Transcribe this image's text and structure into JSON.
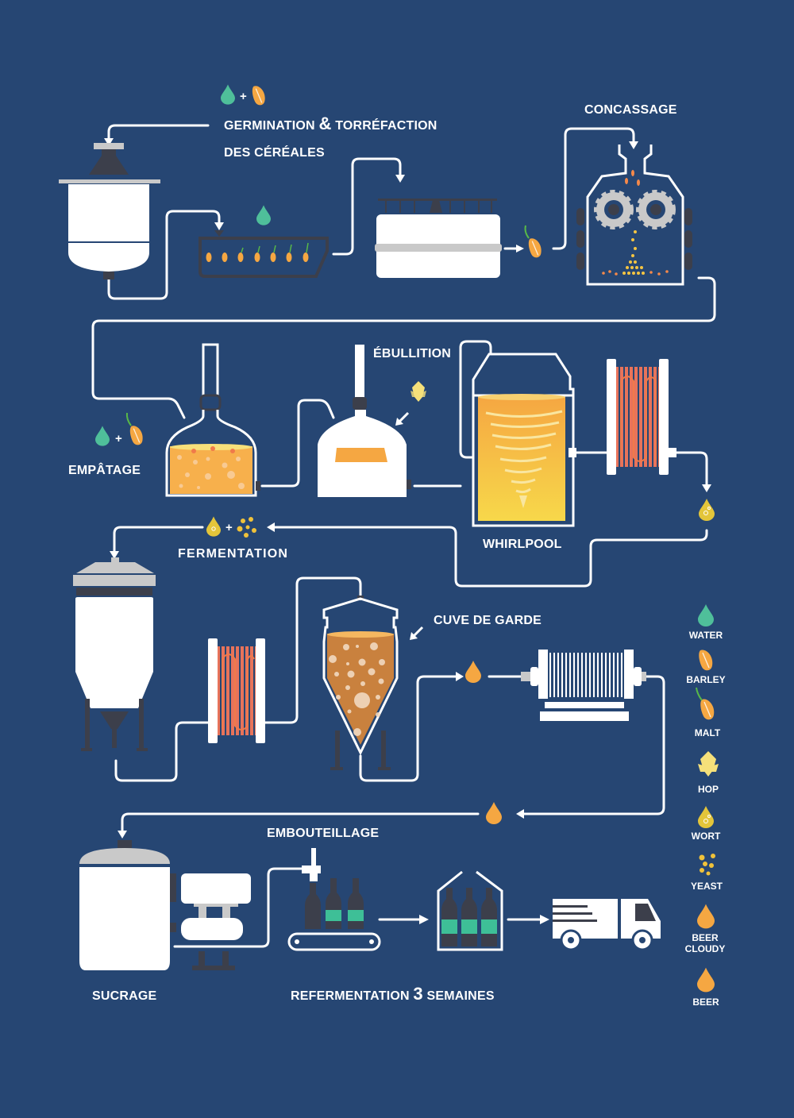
{
  "colors": {
    "background": "#264673",
    "water": "#4fbf9a",
    "barley": "#f5a742",
    "malt_sprout": "#58b848",
    "hop": "#f5e07a",
    "wort": "#e3c53a",
    "yeast": "#f0c23a",
    "beer_cloudy": "#f5a742",
    "beer": "#f5a742",
    "mash": "#f7b04c",
    "lager": "#c9813e",
    "label_teal": "#3ebf97",
    "coil": "#e8735a",
    "equipment_dark": "#3c3f4b",
    "equipment_grey": "#c9c9c9"
  },
  "steps": {
    "germination_line1": "GERMINATION",
    "germination_amp": "&",
    "germination_line1b": "TORRÉFACTION",
    "germination_line2": "DES CÉRÉALES",
    "concassage": "CONCASSAGE",
    "empatage": "EMPÂTAGE",
    "ebullition": "ÉBULLITION",
    "whirlpool": "WHIRLPOOL",
    "fermentation": "FERMENTATION",
    "cuve_de_garde": "CUVE DE GARDE",
    "embouteillage": "EMBOUTEILLAGE",
    "sucrage": "SUCRAGE",
    "refermentation_a": "REFERMENTATION",
    "refermentation_num": "3",
    "refermentation_b": "SEMAINES"
  },
  "plus_sign": "+",
  "legend": [
    {
      "icon": "water-drop-icon",
      "label": "WATER"
    },
    {
      "icon": "barley-grain-icon",
      "label": "BARLEY"
    },
    {
      "icon": "malt-grain-icon",
      "label": "MALT"
    },
    {
      "icon": "hop-cone-icon",
      "label": "HOP"
    },
    {
      "icon": "wort-drop-icon",
      "label": "WORT"
    },
    {
      "icon": "yeast-icon",
      "label": "YEAST"
    },
    {
      "icon": "beer-cloudy-drop-icon",
      "label_line1": "BEER",
      "label_line2": "CLOUDY"
    },
    {
      "icon": "beer-drop-icon",
      "label": "BEER"
    }
  ]
}
